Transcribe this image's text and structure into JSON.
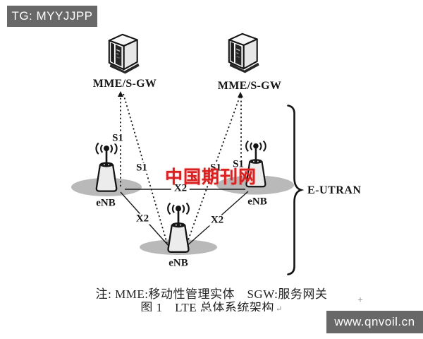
{
  "badges": {
    "tg": "TG: MYYJJPP",
    "url": "www.qnvoil.cn"
  },
  "watermark": {
    "text": "中国期刊网",
    "color": "#d92121"
  },
  "nodes": {
    "server_left_label": "MME/S-GW",
    "server_right_label": "MME/S-GW",
    "enb_left_label": "eNB",
    "enb_right_label": "eNB",
    "enb_bottom_label": "eNB",
    "bracket_label": "E-UTRAN"
  },
  "links": {
    "s1_left_vertical": "S1",
    "s1_left_diagonal": "S1",
    "s1_right_diagonal": "S1",
    "s1_right_vertical": "S1",
    "x2_horizontal": "X2",
    "x2_left_diagonal": "X2",
    "x2_right_diagonal": "X2"
  },
  "captions": {
    "note": "注: MME:移动性管理实体　SGW:服务网关",
    "figure": "图 1　LTE 总体系统架构",
    "return_mark": "↵",
    "stray_mark": "+"
  },
  "colors": {
    "accent_red": "#d92121",
    "badge_bg": "#686868",
    "ground_shadow": "#b9b9b9",
    "line_color": "#1a1a1a"
  }
}
